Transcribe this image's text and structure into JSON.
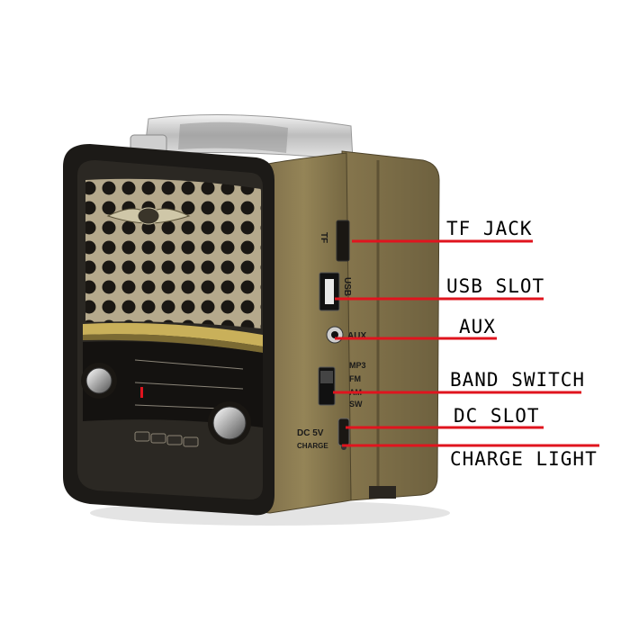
{
  "callouts": {
    "tf_jack": "TF JACK",
    "usb_slot": "USB SLOT",
    "aux": "AUX",
    "band_switch": "BAND SWITCH",
    "dc_slot": "DC SLOT",
    "charge_light": "CHARGE LIGHT"
  },
  "side_panel": {
    "tf_label": "TF",
    "usb_label": "USB",
    "aux_label": "AUX",
    "band_options": [
      "MP3",
      "FM",
      "AM",
      "SW"
    ],
    "dc_label": "DC 5V",
    "charge_label": "CHARGE"
  },
  "colors": {
    "callout_line": "#e0141e",
    "wood": "#8a7a55",
    "frame": "#1c1a17",
    "chrome": "#d8d8d8",
    "dial_gold": "#c9b05a"
  }
}
